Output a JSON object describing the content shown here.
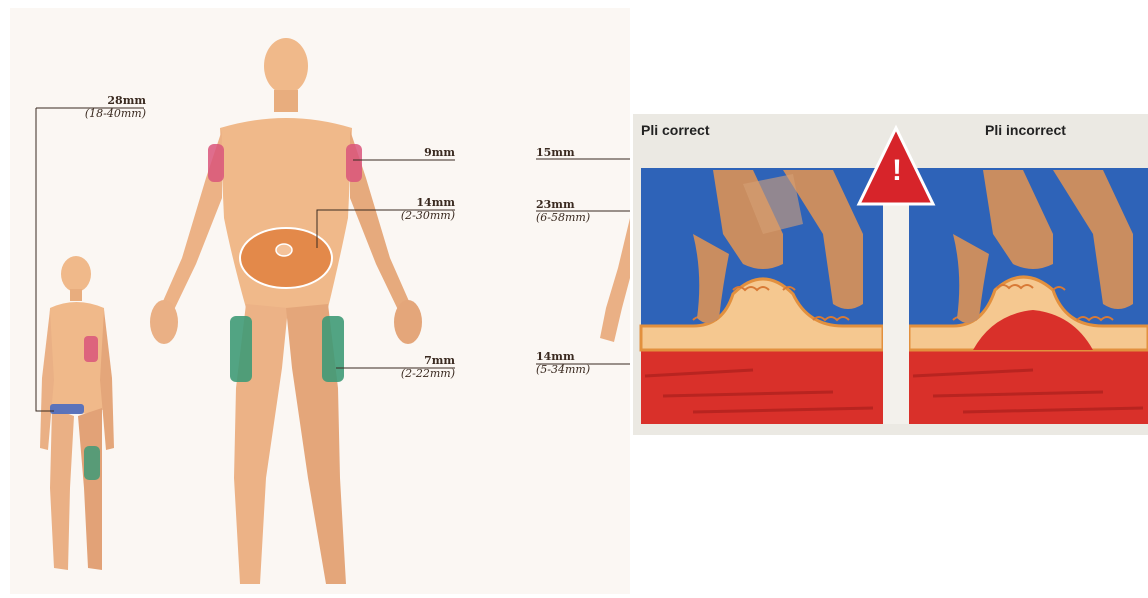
{
  "left_diagram": {
    "labels": {
      "back_upper": {
        "value": "28mm",
        "range": "(18-40mm)"
      },
      "upper_arm": {
        "value": "9mm",
        "range": ""
      },
      "abdomen": {
        "value": "14mm",
        "range": "(2-30mm)"
      },
      "thigh": {
        "value": "7mm",
        "range": "(2-22mm)"
      },
      "right_arm": {
        "value": "15mm",
        "range": ""
      },
      "right_abdomen": {
        "value": "23mm",
        "range": "(6-58mm)"
      },
      "right_thigh": {
        "value": "14mm",
        "range": "(5-34mm)"
      }
    },
    "colors": {
      "skin": "#f0b98a",
      "skin_shade": "#d99a6c",
      "abdomen_zone": "#e3894a",
      "thigh_zone": "#3f9a77",
      "arm_zone": "#d9557a",
      "buttock_zone": "#4a6cc0",
      "leader_line": "#3a2a20"
    }
  },
  "right_diagram": {
    "correct_label": "Pli correct",
    "incorrect_label": "Pli incorrect",
    "warning_symbol": "!",
    "colors": {
      "background": "#2e63b8",
      "fat": "#f5c890",
      "muscle": "#d9302a",
      "hand": "#c98d60",
      "warning": "#d7242a"
    }
  }
}
